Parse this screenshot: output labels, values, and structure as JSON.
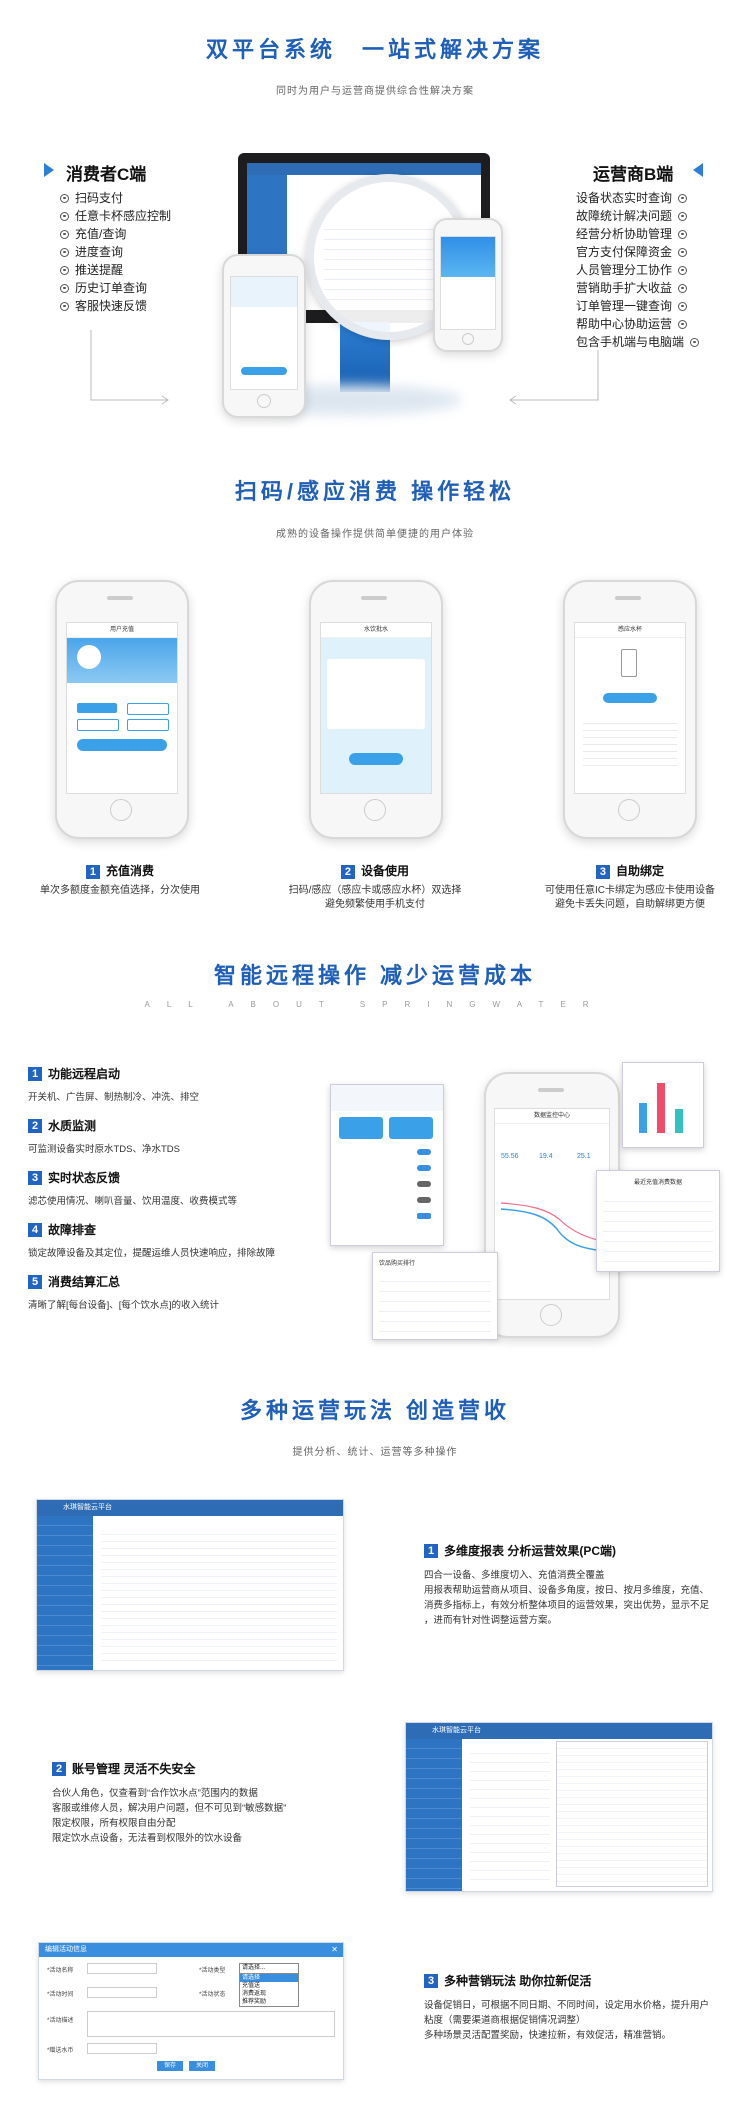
{
  "section1": {
    "title": "双平台系统　一站式解决方案",
    "subtitle": "同时为用户与运营商提供综合性解决方案",
    "left_title": "消费者C端",
    "left_items": [
      "扫码支付",
      "任意卡杯感应控制",
      "充值/查询",
      "进度查询",
      "推送提醒",
      "历史订单查询",
      "客服快速反馈"
    ],
    "right_title": "运营商B端",
    "right_items": [
      "设备状态实时查询",
      "故障统计解决问题",
      "经营分析协助管理",
      "官方支付保障资金",
      "人员管理分工协作",
      "营销助手扩大收益",
      "订单管理一键查询",
      "帮助中心协助运营",
      "包含手机端与电脑端"
    ]
  },
  "section2": {
    "title": "扫码/感应消费  操作轻松",
    "subtitle": "成熟的设备操作提供简单便捷的用户体验",
    "items": [
      {
        "num": "1",
        "title": "充值消费",
        "desc1": "单次多额度金额充值选择，分次使用",
        "desc2": ""
      },
      {
        "num": "2",
        "title": "设备使用",
        "desc1": "扫码/感应（感应卡或感应水杯）双选择",
        "desc2": "避免频繁使用手机支付"
      },
      {
        "num": "3",
        "title": "自助绑定",
        "desc1": "可使用任意IC卡绑定为感应卡使用设备",
        "desc2": "避免卡丢失问题，自助解绑更方便"
      }
    ],
    "phone1_title": "用户充值",
    "phone2_title": "水饮批水",
    "phone3_title": "感应水杯"
  },
  "section3": {
    "title": "智能远程操作  减少运营成本",
    "spaced": "ALL ABOUT SPRINGWATER",
    "items": [
      {
        "num": "1",
        "title": "功能远程启动",
        "desc": "开关机、广告屏、制热制冷、冲洗、排空"
      },
      {
        "num": "2",
        "title": "水质监测",
        "desc": "可监测设备实时原水TDS、净水TDS"
      },
      {
        "num": "3",
        "title": "实时状态反馈",
        "desc": "滤芯使用情况、喇叭音量、饮用温度、收费模式等"
      },
      {
        "num": "4",
        "title": "故障排查",
        "desc": "锁定故障设备及其定位，提醒运维人员快速响应，排除故障"
      },
      {
        "num": "5",
        "title": "消费结算汇总",
        "desc": "清晰了解[每台设备]、[每个饮水点]的收入统计"
      }
    ],
    "dash_title": "数据监控中心",
    "dash_stats": [
      "55.56",
      "19.4",
      "25.1"
    ],
    "summary_title": "最近充值消费数据",
    "list_title": "饮品购买排行"
  },
  "section4": {
    "title": "多种运营玩法  创造营收",
    "subtitle": "提供分析、统计、运营等多种操作",
    "platform_name": "水琪智能云平台",
    "items": [
      {
        "num": "1",
        "title": "多维度报表 分析运营效果(PC端)",
        "lines": [
          "四合一设备、多维度切入、充值消费全覆盖",
          "用报表帮助运营商从项目、设备多角度，按日、按月多维度，充值、",
          "消费多指标上，有效分析整体项目的运营效果，突出优势，显示不足",
          "，进而有针对性调整运营方案。"
        ]
      },
      {
        "num": "2",
        "title": "账号管理 灵活不失安全",
        "lines": [
          "合伙人角色，仅查看到“合作饮水点”范围内的数据",
          "客服或维修人员，解决用户问题，但不可见到“敏感数据”",
          "限定权限，所有权限自由分配",
          "限定饮水点设备，无法看到权限外的饮水设备"
        ]
      },
      {
        "num": "3",
        "title": "多种营销玩法 助你拉新促活",
        "lines": [
          "设备促销日，可根据不同日期、不同时间，设定用水价格，提升用户",
          "粘度（需要渠道商根据促销情况调整）",
          "多种场景灵活配置奖励，快速拉新，有效促活，精准营销。"
        ]
      }
    ],
    "form_title": "编辑活动信息",
    "form_labels": [
      "*活动名称",
      "*活动时间",
      "*活动描述",
      "*赠送水币",
      "*活动类型",
      "*活动状态"
    ],
    "form_select": "请选择...",
    "form_options": [
      "请选择",
      "充值送",
      "消费返现",
      "推荐奖励"
    ],
    "form_buttons": [
      "保存",
      "关闭"
    ]
  },
  "colors": {
    "brand": "#1f5fb8",
    "accent": "#2b7fd9",
    "number_badge": "#2264c4"
  }
}
